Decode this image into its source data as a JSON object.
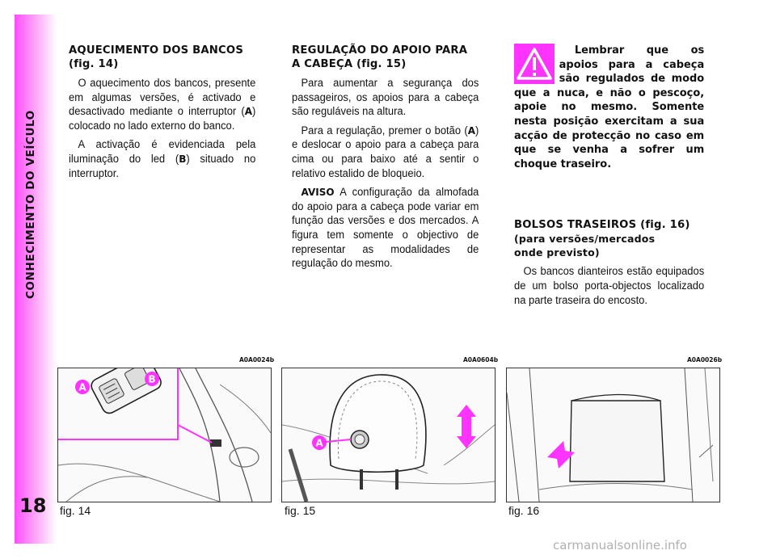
{
  "sidebar": {
    "section_title": "CONHECIMENTO DO VEÍCULO",
    "page_number": "18"
  },
  "col1": {
    "heading": "AQUECIMENTO DOS BANCOS",
    "heading_fig": "(fig. 14)",
    "p1": "O aquecimento dos bancos, presente em algumas versões, é activado e desactivado mediante o interruptor (",
    "p1_a": "A",
    "p1_end": ") colocado no lado externo do banco.",
    "p2": "A activação é evidenciada pela iluminação do led (",
    "p2_b": "B",
    "p2_end": ") situado no interruptor."
  },
  "col2": {
    "heading_l1": "REGULAÇÃO DO APOIO PARA",
    "heading_l2": "A CABEÇA",
    "heading_fig": "(fig. 15)",
    "p1": "Para aumentar a segurança dos passageiros, os apoios para a cabeça são reguláveis na altura.",
    "p2": "Para a regulação, premer o botão (",
    "p2_a": "A",
    "p2_end": ") e deslocar o apoio para a cabeça para cima ou para baixo até a sentir o relativo estalido de bloqueio.",
    "p3_label": "AVISO",
    "p3": " A configuração da almofada do apoio para a cabeça pode variar em função das versões e dos mercados. A figura tem somente o objectivo de representar as modalidades de regulação do mesmo."
  },
  "col3": {
    "warning": "Lembrar que os apoios para a cabeça são regulados de modo que a nuca, e não o pescoço, apoie no mesmo. Somente nesta posição exercitam a sua acção de protecção no caso em que se venha a sofrer um choque traseiro.",
    "heading": "BOLSOS TRASEIROS",
    "heading_fig": "(fig. 16)",
    "heading_sub_l1": "(para versões/mercados",
    "heading_sub_l2": "onde previsto)",
    "p1": "Os bancos dianteiros estão equipados de um bolso porta-objectos localizado na parte traseira do encosto."
  },
  "figures": [
    {
      "code": "A0A0024b",
      "label": "fig. 14",
      "callouts": [
        "A",
        "B"
      ]
    },
    {
      "code": "A0A0604b",
      "label": "fig. 15",
      "callouts": [
        "A"
      ]
    },
    {
      "code": "A0A0026b",
      "label": "fig. 16",
      "callouts": []
    }
  ],
  "watermark": "carmanualsonline.info",
  "colors": {
    "accent": "#ff33ff",
    "text": "#111111"
  }
}
